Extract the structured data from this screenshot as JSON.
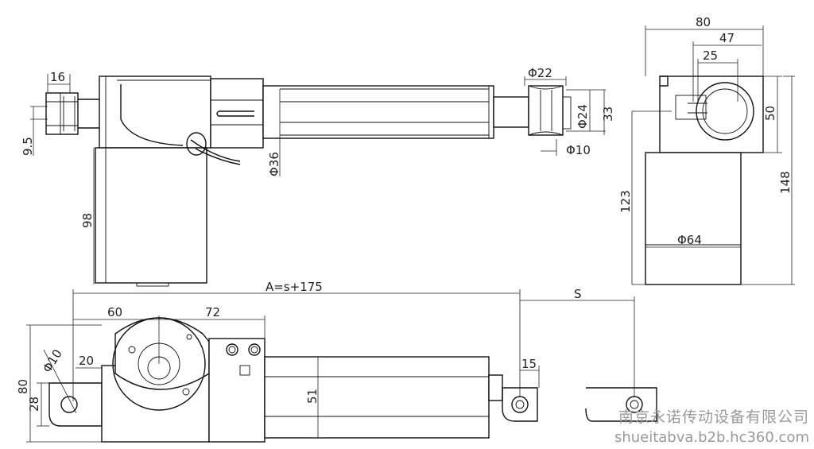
{
  "dimensions": {
    "top_view": {
      "d16": "16",
      "d9_5": "9.5",
      "d98": "98",
      "phi36": "Φ36",
      "phi22": "Φ22",
      "phi24": "Φ24",
      "d33": "33",
      "phi10": "Φ10"
    },
    "side_view": {
      "d80": "80",
      "d47": "47",
      "d25": "25",
      "d50": "50",
      "d123": "123",
      "d148": "148",
      "phi64": "Φ64"
    },
    "front_view": {
      "a": "A=s+175",
      "s": "S",
      "d60": "60",
      "d72": "72",
      "phi10": "Φ10",
      "d20": "20",
      "d80": "80",
      "d28": "28",
      "d51": "51",
      "d15": "15"
    }
  },
  "watermark": {
    "company": "南京永诺传动设备有限公司",
    "url": "shueitabva.b2b.hc360.com"
  }
}
